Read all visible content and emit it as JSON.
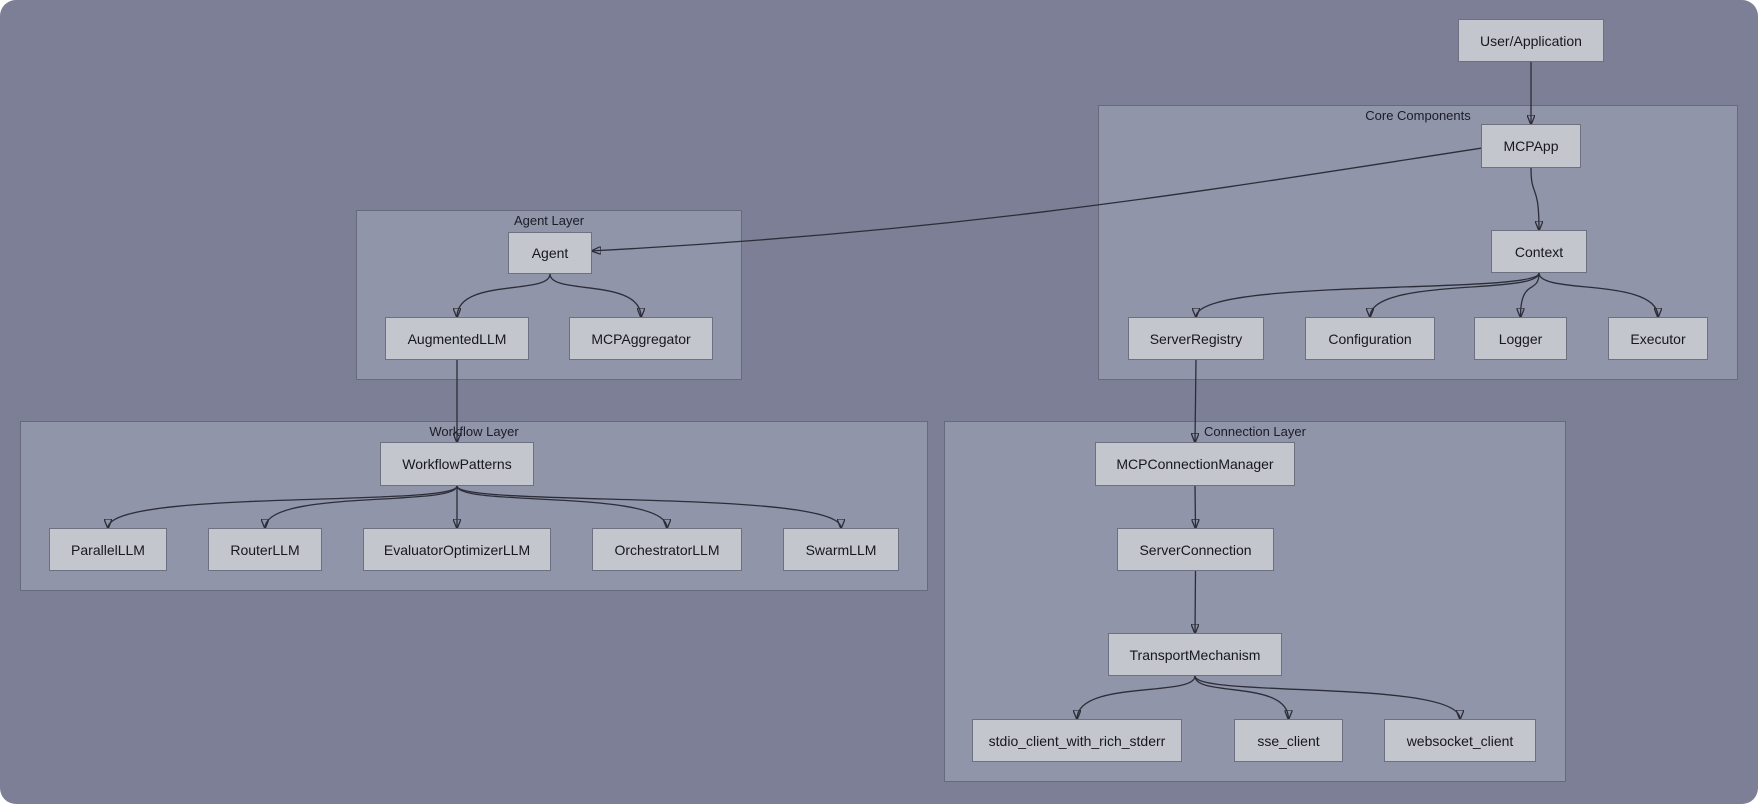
{
  "clusters": {
    "core": "Core Components",
    "agent": "Agent Layer",
    "workflow": "Workflow Layer",
    "connection": "Connection Layer"
  },
  "nodes": {
    "user_application": "User/Application",
    "mcpapp": "MCPApp",
    "context": "Context",
    "server_registry": "ServerRegistry",
    "configuration": "Configuration",
    "logger": "Logger",
    "executor": "Executor",
    "agent": "Agent",
    "augmented_llm": "AugmentedLLM",
    "mcp_aggregator": "MCPAggregator",
    "workflow_patterns": "WorkflowPatterns",
    "parallel_llm": "ParallelLLM",
    "router_llm": "RouterLLM",
    "evaluator_optimizer_llm": "EvaluatorOptimizerLLM",
    "orchestrator_llm": "OrchestratorLLM",
    "swarm_llm": "SwarmLLM",
    "mcp_connection_manager": "MCPConnectionManager",
    "server_connection": "ServerConnection",
    "transport_mechanism": "TransportMechanism",
    "stdio_client": "stdio_client_with_rich_stderr",
    "sse_client": "sse_client",
    "websocket_client": "websocket_client"
  },
  "edges": [
    [
      "user_application",
      "mcpapp"
    ],
    [
      "mcpapp",
      "agent"
    ],
    [
      "mcpapp",
      "context"
    ],
    [
      "context",
      "server_registry"
    ],
    [
      "context",
      "configuration"
    ],
    [
      "context",
      "logger"
    ],
    [
      "context",
      "executor"
    ],
    [
      "agent",
      "augmented_llm"
    ],
    [
      "agent",
      "mcp_aggregator"
    ],
    [
      "augmented_llm",
      "workflow_patterns"
    ],
    [
      "workflow_patterns",
      "parallel_llm"
    ],
    [
      "workflow_patterns",
      "router_llm"
    ],
    [
      "workflow_patterns",
      "evaluator_optimizer_llm"
    ],
    [
      "workflow_patterns",
      "orchestrator_llm"
    ],
    [
      "workflow_patterns",
      "swarm_llm"
    ],
    [
      "server_registry",
      "mcp_connection_manager"
    ],
    [
      "mcp_connection_manager",
      "server_connection"
    ],
    [
      "server_connection",
      "transport_mechanism"
    ],
    [
      "transport_mechanism",
      "stdio_client"
    ],
    [
      "transport_mechanism",
      "sse_client"
    ],
    [
      "transport_mechanism",
      "websocket_client"
    ]
  ],
  "colors": {
    "background": "#7c7f95",
    "cluster_fill": "#9195aa",
    "node_fill": "#c3c6cc",
    "edge": "#2c2d38"
  }
}
